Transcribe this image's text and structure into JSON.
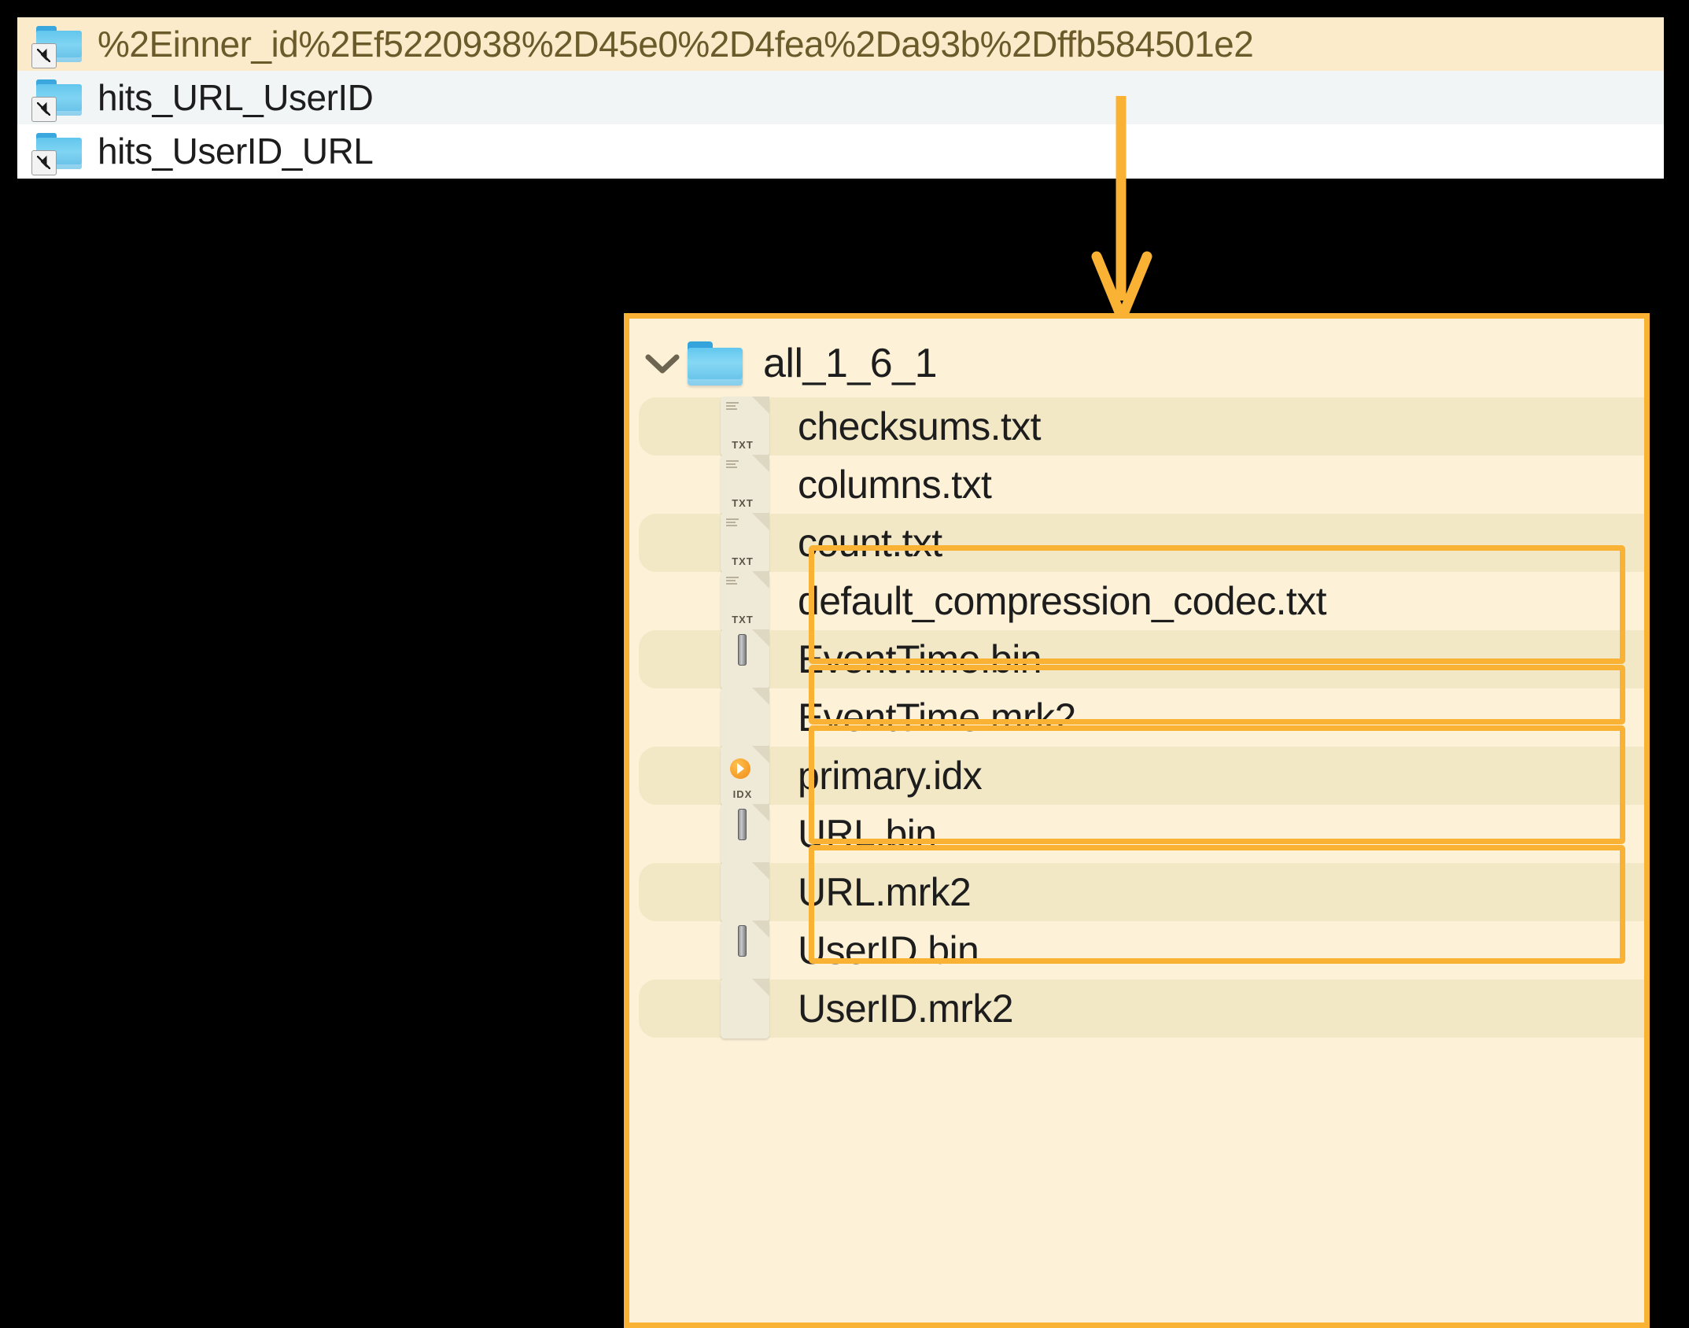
{
  "top_panel": {
    "rows": [
      {
        "label": "%2Einner_id%2Ef5220938%2D45e0%2D4fea%2Da93b%2Dffb584501e2",
        "icon": "folder-link-icon",
        "state": "selected"
      },
      {
        "label": "hits_URL_UserID",
        "icon": "folder-link-icon",
        "state": "alt"
      },
      {
        "label": "hits_UserID_URL",
        "icon": "folder-link-icon",
        "state": "plain"
      }
    ]
  },
  "main_panel": {
    "folder": {
      "name": "all_1_6_1",
      "icon": "folder-icon",
      "expanded": true,
      "chevron": "chevron-down-icon"
    },
    "files": [
      {
        "name": "checksums.txt",
        "icon": "txt-file-icon",
        "ext": "TXT",
        "striped": true
      },
      {
        "name": "columns.txt",
        "icon": "txt-file-icon",
        "ext": "TXT",
        "striped": false
      },
      {
        "name": "count.txt",
        "icon": "txt-file-icon",
        "ext": "TXT",
        "striped": true
      },
      {
        "name": "default_compression_codec.txt",
        "icon": "txt-file-icon",
        "ext": "TXT",
        "striped": false
      },
      {
        "name": "EventTime.bin",
        "icon": "bin-file-icon",
        "ext": "",
        "striped": true
      },
      {
        "name": "EventTime.mrk2",
        "icon": "blank-file-icon",
        "ext": "",
        "striped": false
      },
      {
        "name": "primary.idx",
        "icon": "idx-file-icon",
        "ext": "IDX",
        "striped": true
      },
      {
        "name": "URL.bin",
        "icon": "bin-file-icon",
        "ext": "",
        "striped": false
      },
      {
        "name": "URL.mrk2",
        "icon": "blank-file-icon",
        "ext": "",
        "striped": true
      },
      {
        "name": "UserID.bin",
        "icon": "bin-file-icon",
        "ext": "",
        "striped": false
      },
      {
        "name": "UserID.mrk2",
        "icon": "blank-file-icon",
        "ext": "",
        "striped": true
      }
    ],
    "highlights": [
      {
        "label": "EventTime-group-highlight",
        "files": [
          "EventTime.bin",
          "EventTime.mrk2"
        ]
      },
      {
        "label": "primary-idx-highlight",
        "files": [
          "primary.idx"
        ]
      },
      {
        "label": "URL-group-highlight",
        "files": [
          "URL.bin",
          "URL.mrk2"
        ]
      },
      {
        "label": "UserID-group-highlight",
        "files": [
          "UserID.bin",
          "UserID.mrk2"
        ]
      }
    ]
  },
  "annotation": {
    "arrow": "down-arrow-connector",
    "accent_color": "#F9B233",
    "highlight_row_color": "#FCEBCB",
    "panel_bg_color": "#FDF1D7",
    "stripe_color": "#F2E8C6",
    "selected_text_color": "#6B5B2A",
    "background_color": "#000000"
  }
}
